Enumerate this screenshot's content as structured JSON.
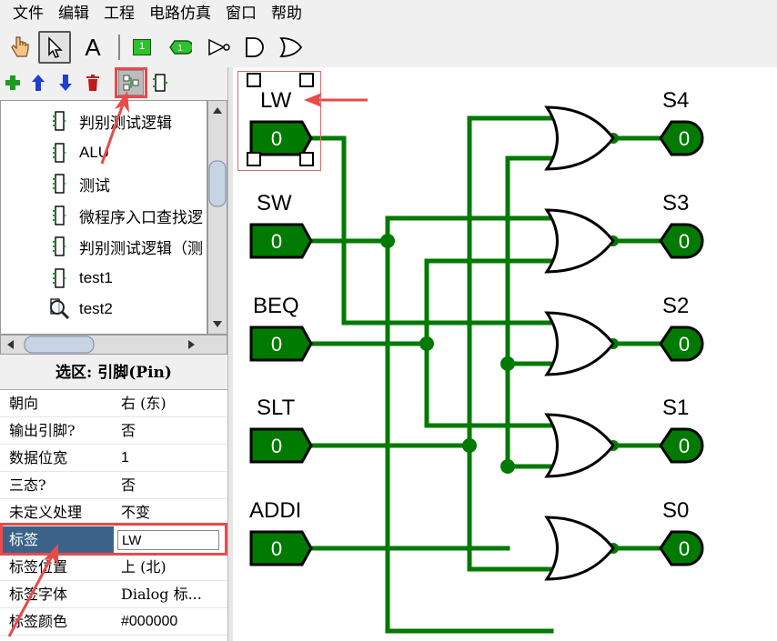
{
  "menu": [
    "文件",
    "编辑",
    "工程",
    "电路仿真",
    "窗口",
    "帮助"
  ],
  "toolbar": {
    "tools": [
      "hand-poke-icon",
      "select-arrow-icon",
      "text-tool-icon",
      "input-pin-icon",
      "output-pin-icon",
      "not-gate-icon",
      "and-gate-icon",
      "or-gate-icon"
    ],
    "text_tool_label": "A",
    "pin_value": "1"
  },
  "explorer_toolbar": [
    "add-circuit-icon",
    "move-up-icon",
    "move-down-icon",
    "delete-icon",
    "circuit-layout-icon",
    "circuit-appearance-icon"
  ],
  "tree": {
    "items": [
      {
        "label": "判别测试逻辑",
        "icon": "subcircuit-icon"
      },
      {
        "label": "ALU",
        "icon": "subcircuit-icon"
      },
      {
        "label": "测试",
        "icon": "subcircuit-icon"
      },
      {
        "label": "微程序入口查找逻",
        "icon": "subcircuit-icon"
      },
      {
        "label": "判别测试逻辑（测",
        "icon": "subcircuit-icon"
      },
      {
        "label": "test1",
        "icon": "subcircuit-icon"
      },
      {
        "label": "test2",
        "icon": "magnifier-icon"
      }
    ]
  },
  "selection": {
    "title": "选区: 引脚(Pin)"
  },
  "properties": [
    {
      "key": "朝向",
      "value": "右 (东)"
    },
    {
      "key": "输出引脚?",
      "value": "否"
    },
    {
      "key": "数据位宽",
      "value": "1"
    },
    {
      "key": "三态?",
      "value": "否"
    },
    {
      "key": "未定义处理",
      "value": "不变"
    },
    {
      "key": "标签",
      "value": "LW"
    },
    {
      "key": "标签位置",
      "value": "上 (北)"
    },
    {
      "key": "标签字体",
      "value": "Dialog 标..."
    },
    {
      "key": "标签颜色",
      "value": "#000000"
    }
  ],
  "circuit": {
    "inputs": [
      {
        "label": "LW",
        "value": "0"
      },
      {
        "label": "SW",
        "value": "0"
      },
      {
        "label": "BEQ",
        "value": "0"
      },
      {
        "label": "SLT",
        "value": "0"
      },
      {
        "label": "ADDI",
        "value": "0"
      }
    ],
    "outputs": [
      {
        "label": "S4",
        "value": "0"
      },
      {
        "label": "S3",
        "value": "0"
      },
      {
        "label": "S2",
        "value": "0"
      },
      {
        "label": "S1",
        "value": "0"
      },
      {
        "label": "S0",
        "value": "0"
      }
    ],
    "wire_color": "#007a00",
    "pin_color": "#007a00"
  },
  "colors": {
    "highlight": "#ea4a4a",
    "selected_row": "#3a6387"
  }
}
